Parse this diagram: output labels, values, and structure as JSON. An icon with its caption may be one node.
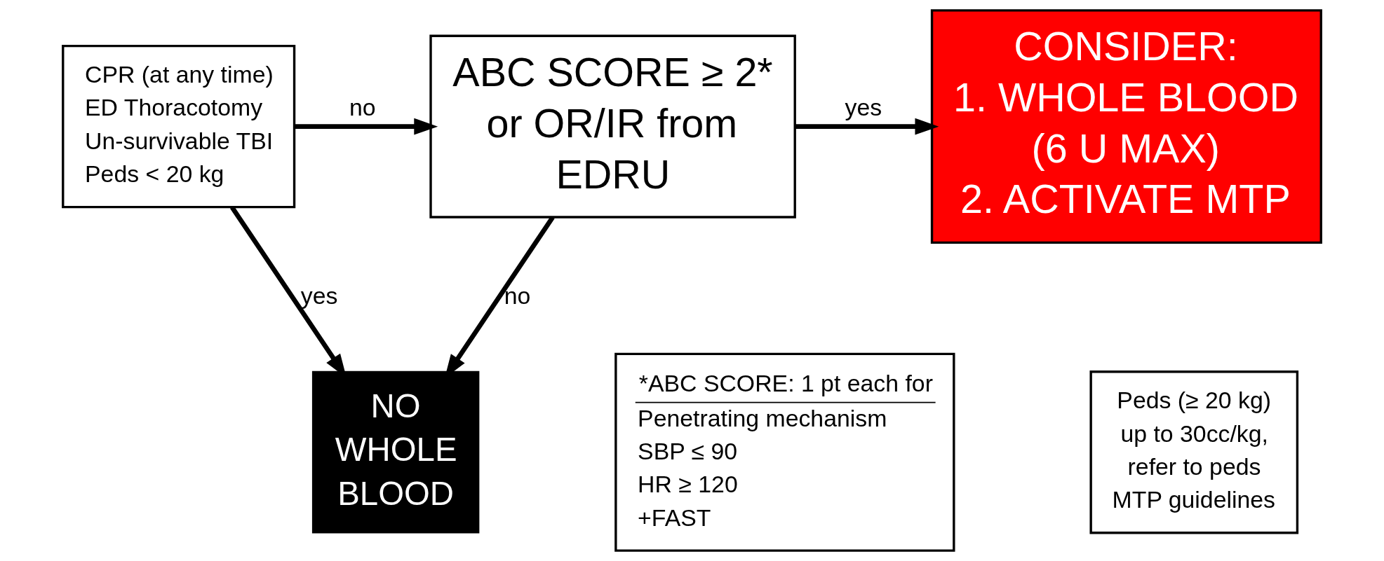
{
  "diagram": {
    "nodes": [
      {
        "text": [
          "CPR (at any time)",
          "ED Thoracotomy",
          "Un-survivable TBI",
          "Peds < 20 kg"
        ]
      },
      {
        "text": [
          "ABC SCORE ≥ 2* or OR/IR from EDRU"
        ]
      },
      {
        "text": [
          "CONSIDER:",
          "1. WHOLE BLOOD (6 U MAX)",
          "2. ACTIVATE MTP"
        ]
      },
      {
        "text": [
          "NO WHOLE BLOOD"
        ]
      },
      {
        "text": [
          "*ABC SCORE: 1 pt each for",
          "Penetrating mechanism",
          "SBP ≤ 90",
          "HR ≥ 120",
          "+FAST"
        ]
      },
      {
        "text": [
          "Peds (≥ 20 kg) up to 30cc/kg, refer to peds MTP guidelines"
        ]
      }
    ],
    "edges": [
      {
        "from": 0,
        "to": 1,
        "arrow": "to",
        "label": "no"
      },
      {
        "from": 1,
        "to": 2,
        "arrow": "to",
        "label": "yes"
      },
      {
        "from": 0,
        "to": 3,
        "arrow": "to",
        "label": "yes"
      },
      {
        "from": 1,
        "to": 3,
        "arrow": "to",
        "label": "no"
      }
    ]
  }
}
